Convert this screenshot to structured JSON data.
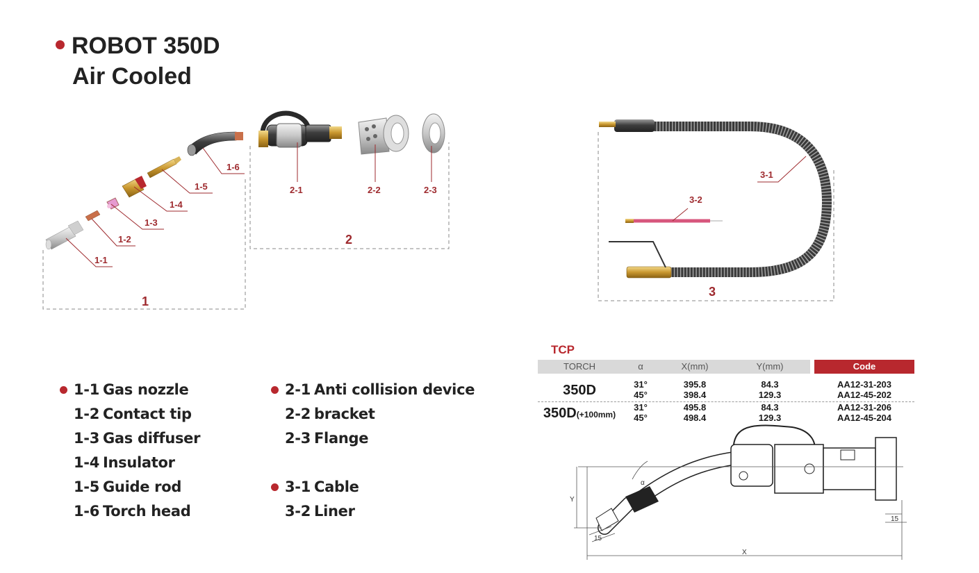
{
  "header": {
    "title_line1": "ROBOT 350D",
    "title_line2": "Air Cooled"
  },
  "callouts": {
    "p1_1": "1-1",
    "p1_2": "1-2",
    "p1_3": "1-3",
    "p1_4": "1-4",
    "p1_5": "1-5",
    "p1_6": "1-6",
    "p2_1": "2-1",
    "p2_2": "2-2",
    "p2_3": "2-3",
    "p3_1": "3-1",
    "p3_2": "3-2"
  },
  "groups": {
    "g1": "1",
    "g2": "2",
    "g3": "3"
  },
  "legend": {
    "col1": [
      {
        "code": "1-1",
        "name": "Gas nozzle",
        "bullet": true
      },
      {
        "code": "1-2",
        "name": "Contact tip",
        "bullet": false
      },
      {
        "code": "1-3",
        "name": "Gas diffuser",
        "bullet": false
      },
      {
        "code": "1-4",
        "name": "Insulator",
        "bullet": false
      },
      {
        "code": "1-5",
        "name": "Guide rod",
        "bullet": false
      },
      {
        "code": "1-6",
        "name": "Torch head",
        "bullet": false
      }
    ],
    "col2": [
      {
        "code": "2-1",
        "name": "Anti collision device",
        "bullet": true
      },
      {
        "code": "2-2",
        "name": "bracket",
        "bullet": false
      },
      {
        "code": "2-3",
        "name": "Flange",
        "bullet": false
      }
    ],
    "col3": [
      {
        "code": "3-1",
        "name": "Cable",
        "bullet": true
      },
      {
        "code": "3-2",
        "name": "Liner",
        "bullet": false
      }
    ]
  },
  "tcp": {
    "title": "TCP",
    "headers": {
      "torch": "TORCH",
      "alpha": "α",
      "x": "X(mm)",
      "y": "Y(mm)",
      "code": "Code"
    },
    "rows": [
      {
        "torch": "350D",
        "torch_suffix": "",
        "alpha": [
          "31°",
          "45°"
        ],
        "x": [
          "395.8",
          "398.4"
        ],
        "y": [
          "84.3",
          "129.3"
        ],
        "code": [
          "AA12-31-203",
          "AA12-45-202"
        ]
      },
      {
        "torch": "350D",
        "torch_suffix": "(+100mm)",
        "alpha": [
          "31°",
          "45°"
        ],
        "x": [
          "495.8",
          "498.4"
        ],
        "y": [
          "84.3",
          "129.3"
        ],
        "code": [
          "AA12-31-206",
          "AA12-45-204"
        ]
      }
    ]
  },
  "dimension_labels": {
    "y": "Y",
    "x": "X",
    "alpha": "α",
    "d15a": "15",
    "d15b": "15"
  },
  "colors": {
    "accent": "#b8282e",
    "callout": "#9e2a2e",
    "brass": "#c9972f",
    "copper": "#c9704a",
    "steel": "#555555"
  }
}
